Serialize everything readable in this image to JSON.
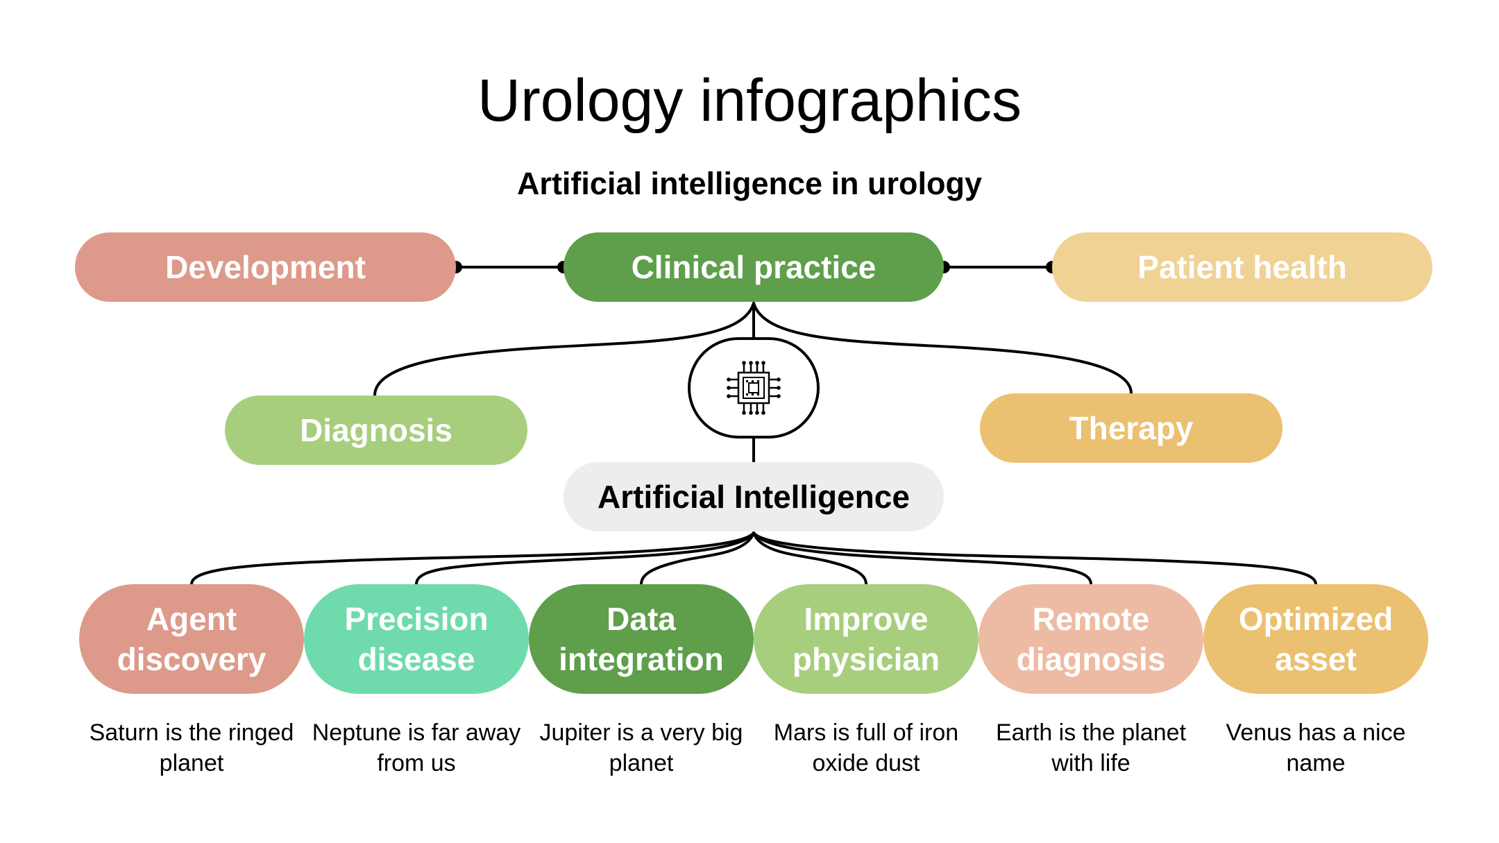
{
  "header": {
    "title": "Urology infographics",
    "subtitle": "Artificial intelligence in urology"
  },
  "top_row": [
    {
      "label": "Development",
      "color": "#DD9A8A"
    },
    {
      "label": "Clinical practice",
      "color": "#5F9E4B"
    },
    {
      "label": "Patient health",
      "color": "#F0D295"
    }
  ],
  "mid_row": [
    {
      "label": "Diagnosis",
      "color": "#A7CE7D"
    },
    {
      "label": "Therapy",
      "color": "#EBC070"
    }
  ],
  "center": {
    "icon": "microchip-icon",
    "label": "Artificial Intelligence",
    "color": "#EDEDED"
  },
  "cards": [
    {
      "label": "Agent discovery",
      "desc": "Saturn is the ringed planet",
      "color": "#DD9A8A"
    },
    {
      "label": "Precision disease",
      "desc": "Neptune is far away from us",
      "color": "#6FDBAC"
    },
    {
      "label": "Data integration",
      "desc": "Jupiter is a very big planet",
      "color": "#5F9E4B"
    },
    {
      "label": "Improve physician",
      "desc": "Mars is full of iron oxide dust",
      "color": "#A7CE7D"
    },
    {
      "label": "Remote diagnosis",
      "desc": "Earth is the planet with life",
      "color": "#EDBBA4"
    },
    {
      "label": "Optimized asset",
      "desc": "Venus has a nice name",
      "color": "#EBC070"
    }
  ]
}
